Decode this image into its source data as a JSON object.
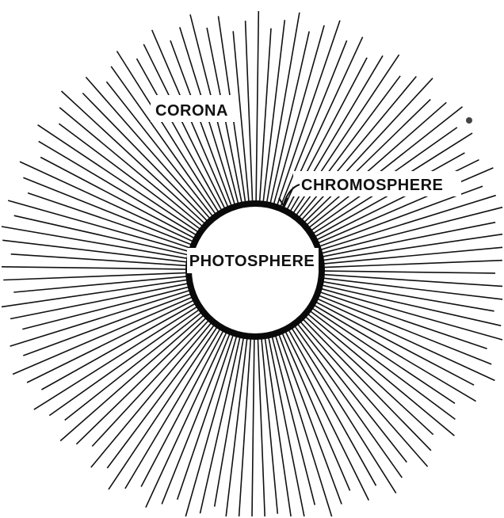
{
  "diagram": {
    "labels": {
      "corona": "CORONA",
      "chromosphere": "CHROMOSPHERE",
      "photosphere": "PHOTOSPHERE"
    },
    "colors": {
      "background": "#ffffff",
      "ink": "#111111"
    }
  }
}
